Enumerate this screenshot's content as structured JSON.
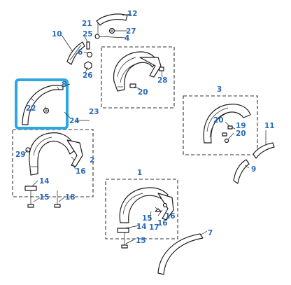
{
  "diagram": {
    "highlight_color": "#2ea7dc",
    "callout_color": "#2a6ab8",
    "callouts": {
      "c1": "1",
      "c2": "2",
      "c3": "3",
      "c4": "4",
      "c6": "6",
      "c7": "7",
      "c8": "8",
      "c9": "9",
      "c10": "10",
      "c11": "11",
      "c12": "12",
      "c14a": "14",
      "c14b": "14",
      "c15a": "15",
      "c15b": "15",
      "c15c": "15",
      "c16a": "16",
      "c16b": "16",
      "c16c": "16",
      "c17": "17",
      "c18": "18",
      "c19": "19",
      "c20a": "20",
      "c20b": "20",
      "c20c": "20",
      "c21": "21",
      "c22": "22",
      "c23": "23",
      "c24": "24",
      "c25": "25",
      "c26": "26",
      "c27": "27",
      "c28": "28",
      "c29": "29"
    }
  }
}
